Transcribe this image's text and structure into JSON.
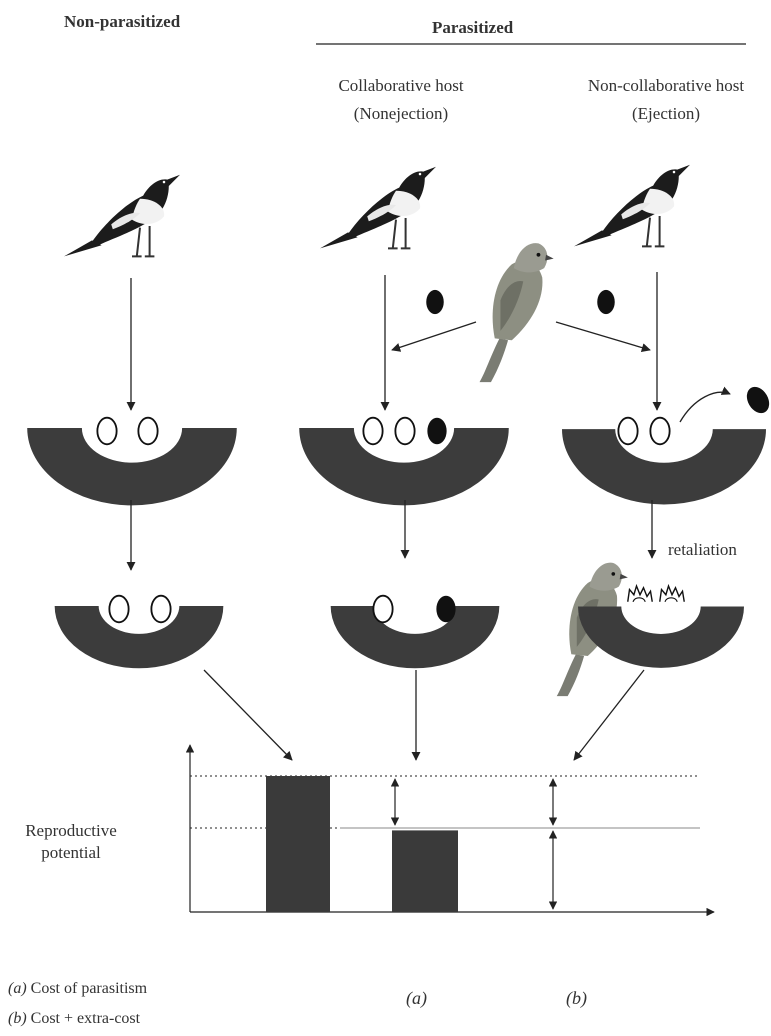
{
  "headers": {
    "non_parasitized": "Non-parasitized",
    "parasitized": "Parasitized"
  },
  "columns": {
    "collaborative": {
      "line1": "Collaborative host",
      "line2": "(Nonejection)"
    },
    "non_collaborative": {
      "line1": "Non-collaborative host",
      "line2": "(Ejection)"
    }
  },
  "retaliation": "retaliation",
  "chart": {
    "ylabel_line1": "Reproductive",
    "ylabel_line2": "potential",
    "tick_a": "(a)",
    "tick_b": "(b)"
  },
  "legend": {
    "a_key": "(a)",
    "a_text": " Cost of parasitism",
    "b_key": "(b)",
    "b_text": " Cost + extra-cost"
  },
  "chart_data": {
    "type": "bar",
    "categories": [
      "",
      "(a)"
    ],
    "values": [
      1.0,
      0.6
    ],
    "reference_levels": [
      1.0,
      0.6
    ],
    "xlabel": "",
    "ylabel": "Reproductive potential",
    "grid": false
  },
  "colors": {
    "nest": "#3c3c3c",
    "bar": "#3a3a3a",
    "magpie_body": "#1c1c1c",
    "magpie_belly": "#f2f2f2",
    "cuckoo": "#8d8f82",
    "arrow": "#222222"
  },
  "icons": [
    "magpie-icon",
    "cuckoo-icon",
    "nest-icon",
    "egg-icon",
    "broken-egg-icon"
  ]
}
